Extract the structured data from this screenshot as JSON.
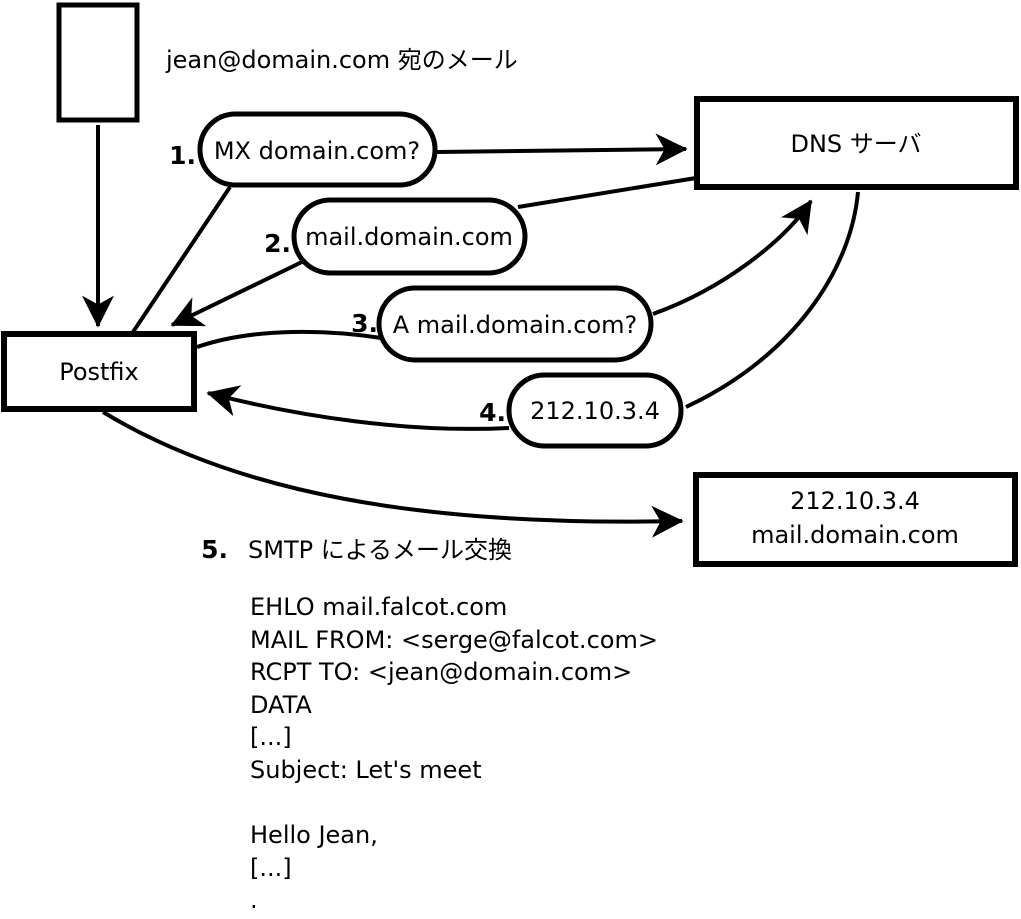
{
  "title": "jean@domain.com 宛のメール",
  "nodes": {
    "postfix": {
      "label": "Postfix"
    },
    "dns": {
      "label": "DNS サーバ"
    },
    "mailserver": {
      "line1": "212.10.3.4",
      "line2": "mail.domain.com"
    }
  },
  "steps": [
    {
      "num": "1.",
      "text": "MX domain.com?"
    },
    {
      "num": "2.",
      "text": "mail.domain.com"
    },
    {
      "num": "3.",
      "text": "A mail.domain.com?"
    },
    {
      "num": "4.",
      "text": "212.10.3.4"
    },
    {
      "num": "5.",
      "text": "SMTP によるメール交換"
    }
  ],
  "smtp_session": {
    "lines": [
      "EHLO mail.falcot.com",
      "MAIL FROM: <serge@falcot.com>",
      "RCPT TO: <jean@domain.com>",
      "DATA",
      "[...]",
      "Subject: Let's meet",
      "",
      "Hello Jean,",
      "[...]",
      "."
    ]
  },
  "colors": {
    "ink": "#000000",
    "background": "#ffffff"
  }
}
